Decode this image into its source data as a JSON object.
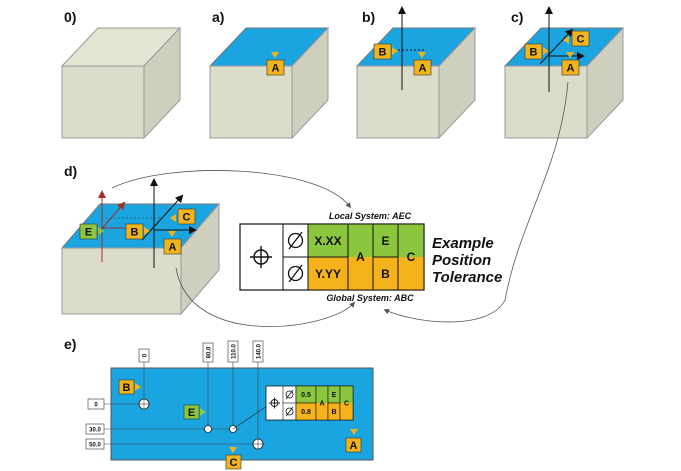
{
  "panels": {
    "p0": "0)",
    "pa": "a)",
    "pb": "b)",
    "pc": "c)",
    "pd": "d)",
    "pe": "e)"
  },
  "datums": {
    "A": "A",
    "B": "B",
    "C": "C",
    "E": "E"
  },
  "fcf": {
    "local_caption": "Local System: AEC",
    "global_caption": "Global System: ABC",
    "tol_top": "X.XX",
    "tol_bottom": "Y.YY",
    "ref_A": "A",
    "ref_E": "E",
    "ref_B": "B",
    "ref_C": "C",
    "example_line1": "Example",
    "example_line2": "Position",
    "example_line3": "Tolerance"
  },
  "drawing_e": {
    "dim_top_0": "0",
    "dim_top_80": "80.0",
    "dim_top_110": "110.0",
    "dim_top_140": "140.0",
    "dim_left_0": "0",
    "dim_left_30": "30.0",
    "dim_left_50": "50.0",
    "tol_top": "0.5",
    "tol_bottom": "0.8",
    "ref_A": "A",
    "ref_E": "E",
    "ref_B": "B",
    "ref_C": "C"
  },
  "colors": {
    "box_front": "#dcdccb",
    "box_side": "#cfcfbd",
    "plane_blue": "#1aa4e0",
    "datum_yellow": "#f2b41c",
    "datum_green": "#8cc63f",
    "fcf_orange": "#f5b21b",
    "fcf_green": "#8cc63f"
  }
}
